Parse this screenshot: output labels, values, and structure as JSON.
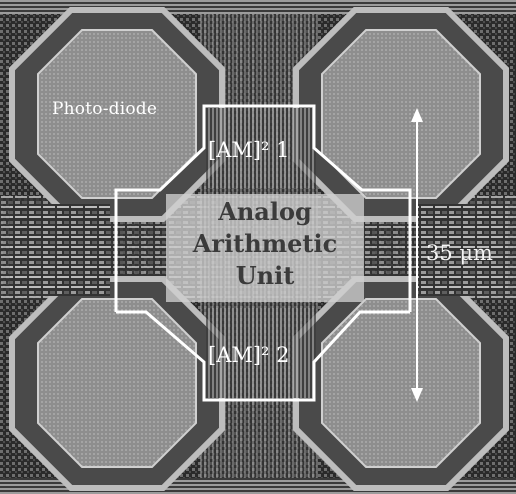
{
  "labels": {
    "photodiode": "Photo-diode",
    "am_block_1": "[AM]² 1",
    "am_block_2": "[AM]² 2",
    "aau_line1": "Analog",
    "aau_line2": "Arithmetic",
    "aau_line3": "Unit",
    "scale": "35 μm"
  },
  "colors": {
    "background": "#1c1c1c",
    "metal_light": "#a9a9a9",
    "metal_mid": "#7a7a7a",
    "diode_fill": "#8c8c8c",
    "outline": "#ffffff",
    "aau_fill": "#cfcfcf"
  },
  "icons": {
    "scale_bar": "double-arrow-vertical"
  }
}
